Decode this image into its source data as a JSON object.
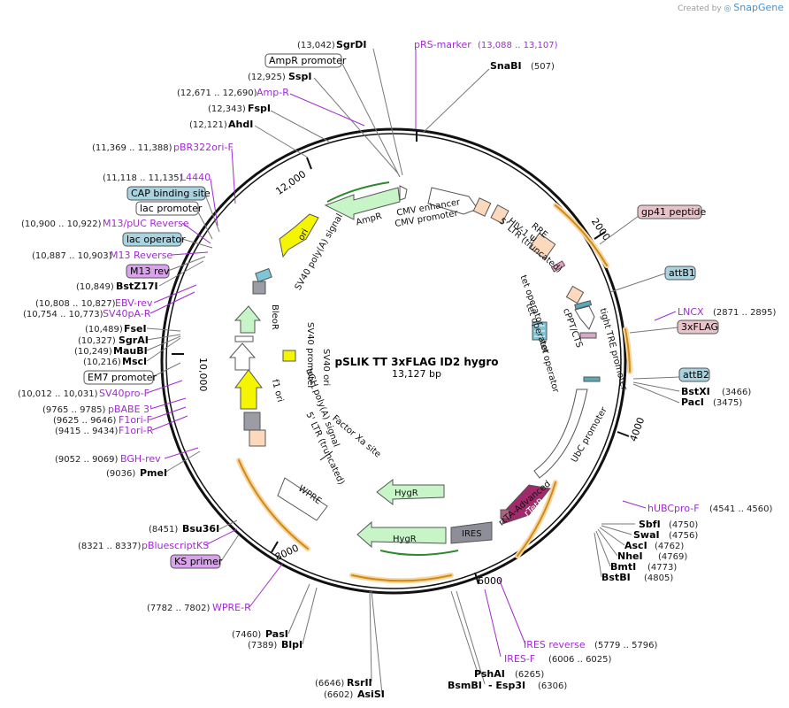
{
  "credit": {
    "prefix": "Created by",
    "brand": "SnapGene"
  },
  "plasmid": {
    "name": "pSLIK TT 3xFLAG ID2 hygro",
    "size": "13,127 bp"
  },
  "ticks": [
    {
      "label": "2000"
    },
    {
      "label": "4000"
    },
    {
      "label": "6000"
    },
    {
      "label": "8000"
    },
    {
      "label": "10,000"
    },
    {
      "label": "12,000"
    }
  ],
  "outer_labels": [
    {
      "name": "SgrDI",
      "pos": "(13,042)",
      "kind": "enzyme"
    },
    {
      "name": "pRS-marker",
      "pos": "(13,088 .. 13,107)",
      "kind": "primer"
    },
    {
      "name": "AmpR promoter",
      "pos": "",
      "kind": "boxed-white"
    },
    {
      "name": "SspI",
      "pos": "(12,925)",
      "kind": "enzyme"
    },
    {
      "name": "SnaBI",
      "pos": "(507)",
      "kind": "enzyme"
    },
    {
      "name": "Amp-R",
      "pos": "(12,671 .. 12,690)",
      "kind": "primer"
    },
    {
      "name": "FspI",
      "pos": "(12,343)",
      "kind": "enzyme"
    },
    {
      "name": "AhdI",
      "pos": "(12,121)",
      "kind": "enzyme"
    },
    {
      "name": "pBR322ori-F",
      "pos": "(11,369 .. 11,388)",
      "kind": "primer"
    },
    {
      "name": "L4440",
      "pos": "(11,118 .. 11,135)",
      "kind": "primer"
    },
    {
      "name": "CAP binding site",
      "pos": "",
      "kind": "boxed-blue"
    },
    {
      "name": "lac promoter",
      "pos": "",
      "kind": "boxed-white"
    },
    {
      "name": "M13/pUC Reverse",
      "pos": "(10,900 .. 10,922)",
      "kind": "primer"
    },
    {
      "name": "lac operator",
      "pos": "",
      "kind": "boxed-blue"
    },
    {
      "name": "M13 Reverse",
      "pos": "(10,887 .. 10,903)",
      "kind": "primer"
    },
    {
      "name": "M13 rev",
      "pos": "",
      "kind": "boxed-purple"
    },
    {
      "name": "BstZ17I",
      "pos": "(10,849)",
      "kind": "enzyme"
    },
    {
      "name": "EBV-rev",
      "pos": "(10,808 .. 10,827)",
      "kind": "primer"
    },
    {
      "name": "SV40pA-R",
      "pos": "(10,754 .. 10,773)",
      "kind": "primer"
    },
    {
      "name": "FseI",
      "pos": "(10,489)",
      "kind": "enzyme"
    },
    {
      "name": "SgrAI",
      "pos": "(10,327)",
      "kind": "enzyme"
    },
    {
      "name": "MauBI",
      "pos": "(10,249)",
      "kind": "enzyme"
    },
    {
      "name": "MscI",
      "pos": "(10,216)",
      "kind": "enzyme"
    },
    {
      "name": "EM7 promoter",
      "pos": "",
      "kind": "boxed-white"
    },
    {
      "name": "SV40pro-F",
      "pos": "(10,012 .. 10,031)",
      "kind": "primer"
    },
    {
      "name": "pBABE 3'",
      "pos": "(9765 .. 9785)",
      "kind": "primer"
    },
    {
      "name": "F1ori-F",
      "pos": "(9625 .. 9646)",
      "kind": "primer"
    },
    {
      "name": "F1ori-R",
      "pos": "(9415 .. 9434)",
      "kind": "primer"
    },
    {
      "name": "BGH-rev",
      "pos": "(9052 .. 9069)",
      "kind": "primer"
    },
    {
      "name": "PmeI",
      "pos": "(9036)",
      "kind": "enzyme"
    },
    {
      "name": "Bsu36I",
      "pos": "(8451)",
      "kind": "enzyme"
    },
    {
      "name": "pBluescriptKS",
      "pos": "(8321 .. 8337)",
      "kind": "primer"
    },
    {
      "name": "KS primer",
      "pos": "",
      "kind": "boxed-purple"
    },
    {
      "name": "WPRE-R",
      "pos": "(7782 .. 7802)",
      "kind": "primer"
    },
    {
      "name": "PasI",
      "pos": "(7460)",
      "kind": "enzyme"
    },
    {
      "name": "BlpI",
      "pos": "(7389)",
      "kind": "enzyme"
    },
    {
      "name": "RsrII",
      "pos": "(6646)",
      "kind": "enzyme"
    },
    {
      "name": "AsiSI",
      "pos": "(6602)",
      "kind": "enzyme"
    },
    {
      "name": "PshAI",
      "pos": "(6265)",
      "kind": "enzyme"
    },
    {
      "name": "BsmBI",
      "pos": "",
      "kind": "enzyme"
    },
    {
      "name": "- Esp3I",
      "pos": "(6306)",
      "kind": "enzyme"
    },
    {
      "name": "IRES reverse",
      "pos": "(5779 .. 5796)",
      "kind": "primer"
    },
    {
      "name": "IRES-F",
      "pos": "(6006 .. 6025)",
      "kind": "primer"
    },
    {
      "name": "gp41 peptide",
      "pos": "",
      "kind": "boxed-pink"
    },
    {
      "name": "attB1",
      "pos": "",
      "kind": "boxed-blue"
    },
    {
      "name": "LNCX",
      "pos": "(2871 .. 2895)",
      "kind": "primer"
    },
    {
      "name": "3xFLAG",
      "pos": "",
      "kind": "boxed-pink"
    },
    {
      "name": "attB2",
      "pos": "",
      "kind": "boxed-blue"
    },
    {
      "name": "BstXI",
      "pos": "(3466)",
      "kind": "enzyme"
    },
    {
      "name": "PacI",
      "pos": "(3475)",
      "kind": "enzyme"
    },
    {
      "name": "hUBCpro-F",
      "pos": "(4541 .. 4560)",
      "kind": "primer"
    },
    {
      "name": "SbfI",
      "pos": "(4750)",
      "kind": "enzyme"
    },
    {
      "name": "SwaI",
      "pos": "(4756)",
      "kind": "enzyme"
    },
    {
      "name": "AscI",
      "pos": "(4762)",
      "kind": "enzyme"
    },
    {
      "name": "NheI",
      "pos": "(4769)",
      "kind": "enzyme"
    },
    {
      "name": "BmtI",
      "pos": "(4773)",
      "kind": "enzyme"
    },
    {
      "name": "BstBI",
      "pos": "(4805)",
      "kind": "enzyme"
    }
  ],
  "inner_features": [
    "CMV enhancer",
    "CMV promoter",
    "HIV-1 Ψ",
    "RRE",
    "5' LTR (truncated)",
    "tet operator",
    "tet operator",
    "tet operator",
    "cPPT/CTS",
    "tight TRE promoter",
    "UbC promoter",
    "rtTA-Advanced",
    "rTetR",
    "IRES",
    "HygR",
    "HygR",
    "WPRE",
    "Factor Xa site",
    "5' LTR (truncated)",
    "bGH poly(A) signal",
    "f1 ori",
    "SV40 ori",
    "SV40 promoter",
    "BleoR",
    "SV40 poly(A) signal",
    "ori",
    "AmpR"
  ],
  "colors": {
    "primer": "#a02bd1",
    "enzyme": "#000000",
    "box_blue": "#a9d3de",
    "box_pink": "#e8c3c9",
    "box_purple": "#d9a3eb",
    "ori": "#f5f500",
    "amp": "#c8f5c8",
    "orange_arrow": "#f0a020"
  }
}
